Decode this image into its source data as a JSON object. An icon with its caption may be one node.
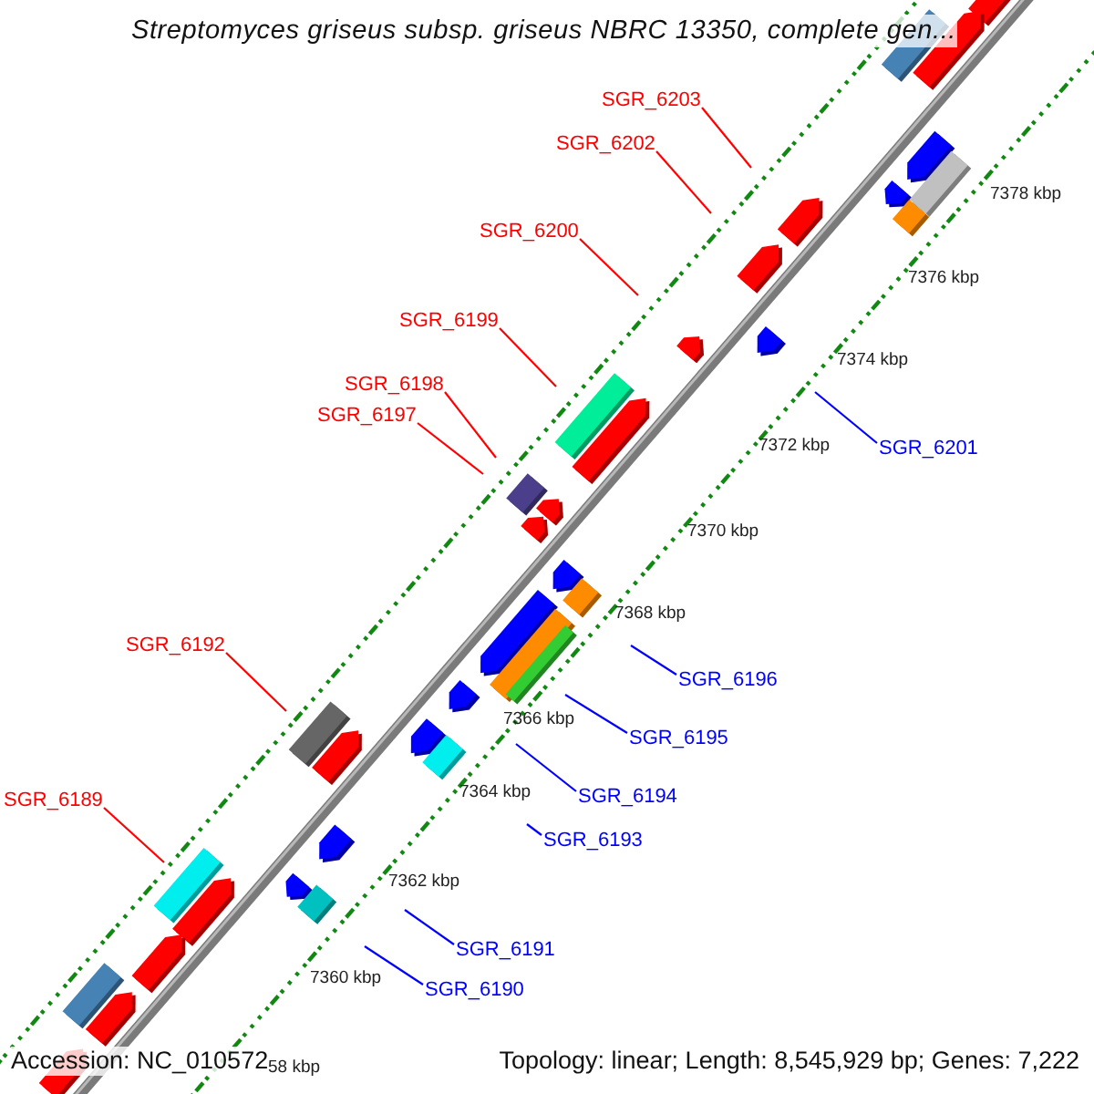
{
  "diagram": {
    "title": "Streptomyces griseus subsp. griseus NBRC 13350, complete gen...",
    "nodes": [
      {
        "text": [
          "SGR_6203"
        ]
      },
      {
        "text": [
          "SGR_6202"
        ]
      },
      {
        "text": [
          "SGR_6200"
        ]
      },
      {
        "text": [
          "SGR_6199"
        ]
      },
      {
        "text": [
          "SGR_6198"
        ]
      },
      {
        "text": [
          "SGR_6197"
        ]
      },
      {
        "text": [
          "SGR_6201"
        ]
      },
      {
        "text": [
          "SGR_6192"
        ]
      },
      {
        "text": [
          "SGR_6196"
        ]
      },
      {
        "text": [
          "SGR_6195"
        ]
      },
      {
        "text": [
          "SGR_6194"
        ]
      },
      {
        "text": [
          "SGR_6189"
        ]
      },
      {
        "text": [
          "SGR_6193"
        ]
      },
      {
        "text": [
          "SGR_6191"
        ]
      },
      {
        "text": [
          "SGR_6190"
        ]
      }
    ],
    "edges": [
      {
        "from": 0,
        "to": null,
        "arrow": "none"
      },
      {
        "from": 1,
        "to": null,
        "arrow": "none"
      },
      {
        "from": 2,
        "to": null,
        "arrow": "none"
      },
      {
        "from": 3,
        "to": null,
        "arrow": "none"
      },
      {
        "from": 4,
        "to": null,
        "arrow": "none"
      },
      {
        "from": 5,
        "to": null,
        "arrow": "none"
      },
      {
        "from": 6,
        "to": null,
        "arrow": "none",
        "color": "#0000ff"
      },
      {
        "from": 7,
        "to": null,
        "arrow": "none"
      },
      {
        "from": 8,
        "to": null,
        "arrow": "none",
        "color": "#0000ff"
      },
      {
        "from": 9,
        "to": null,
        "arrow": "none",
        "color": "#0000ff"
      },
      {
        "from": 10,
        "to": null,
        "arrow": "none",
        "color": "#0000ff"
      },
      {
        "from": 11,
        "to": null,
        "arrow": "none"
      },
      {
        "from": 12,
        "to": null,
        "arrow": "none",
        "color": "#0000ff"
      },
      {
        "from": 13,
        "to": null,
        "arrow": "none",
        "color": "#0000ff"
      },
      {
        "from": 14,
        "to": null,
        "arrow": "none",
        "color": "#0000ff"
      }
    ],
    "labels": [
      "7378 kbp",
      "7376 kbp",
      "7374 kbp",
      "7372 kbp",
      "7370 kbp",
      "7368 kbp",
      "7366 kbp",
      "7364 kbp",
      "7362 kbp",
      "7360 kbp",
      "Accession: NC_010572",
      "58 kbp",
      "Topology: linear; Length: 8,545,929 bp; Genes: 7,222"
    ]
  }
}
